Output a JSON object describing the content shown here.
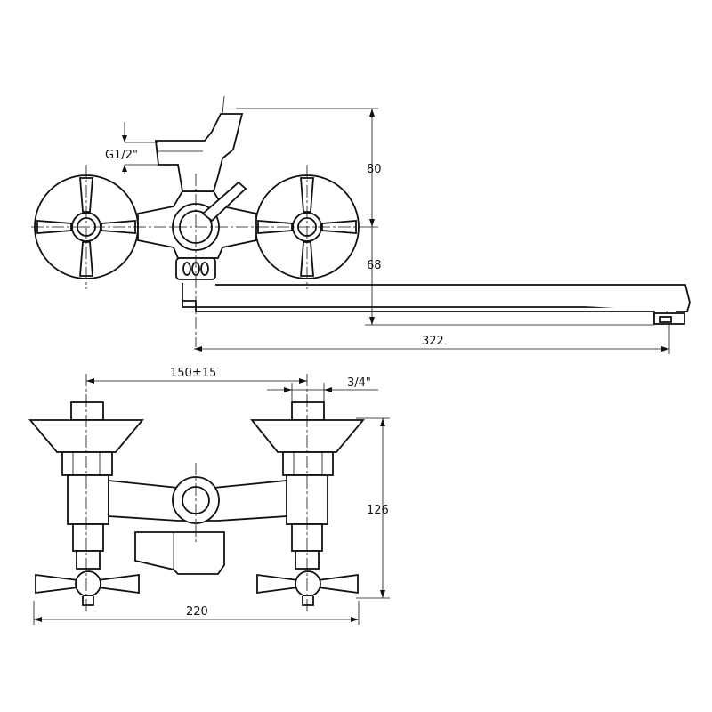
{
  "labels": {
    "thread_half": "G1/2\"",
    "dim_80": "80",
    "dim_68": "68",
    "dim_322": "322",
    "dim_150": "150±15",
    "dim_34": "3/4\"",
    "dim_126": "126",
    "dim_220": "220"
  }
}
